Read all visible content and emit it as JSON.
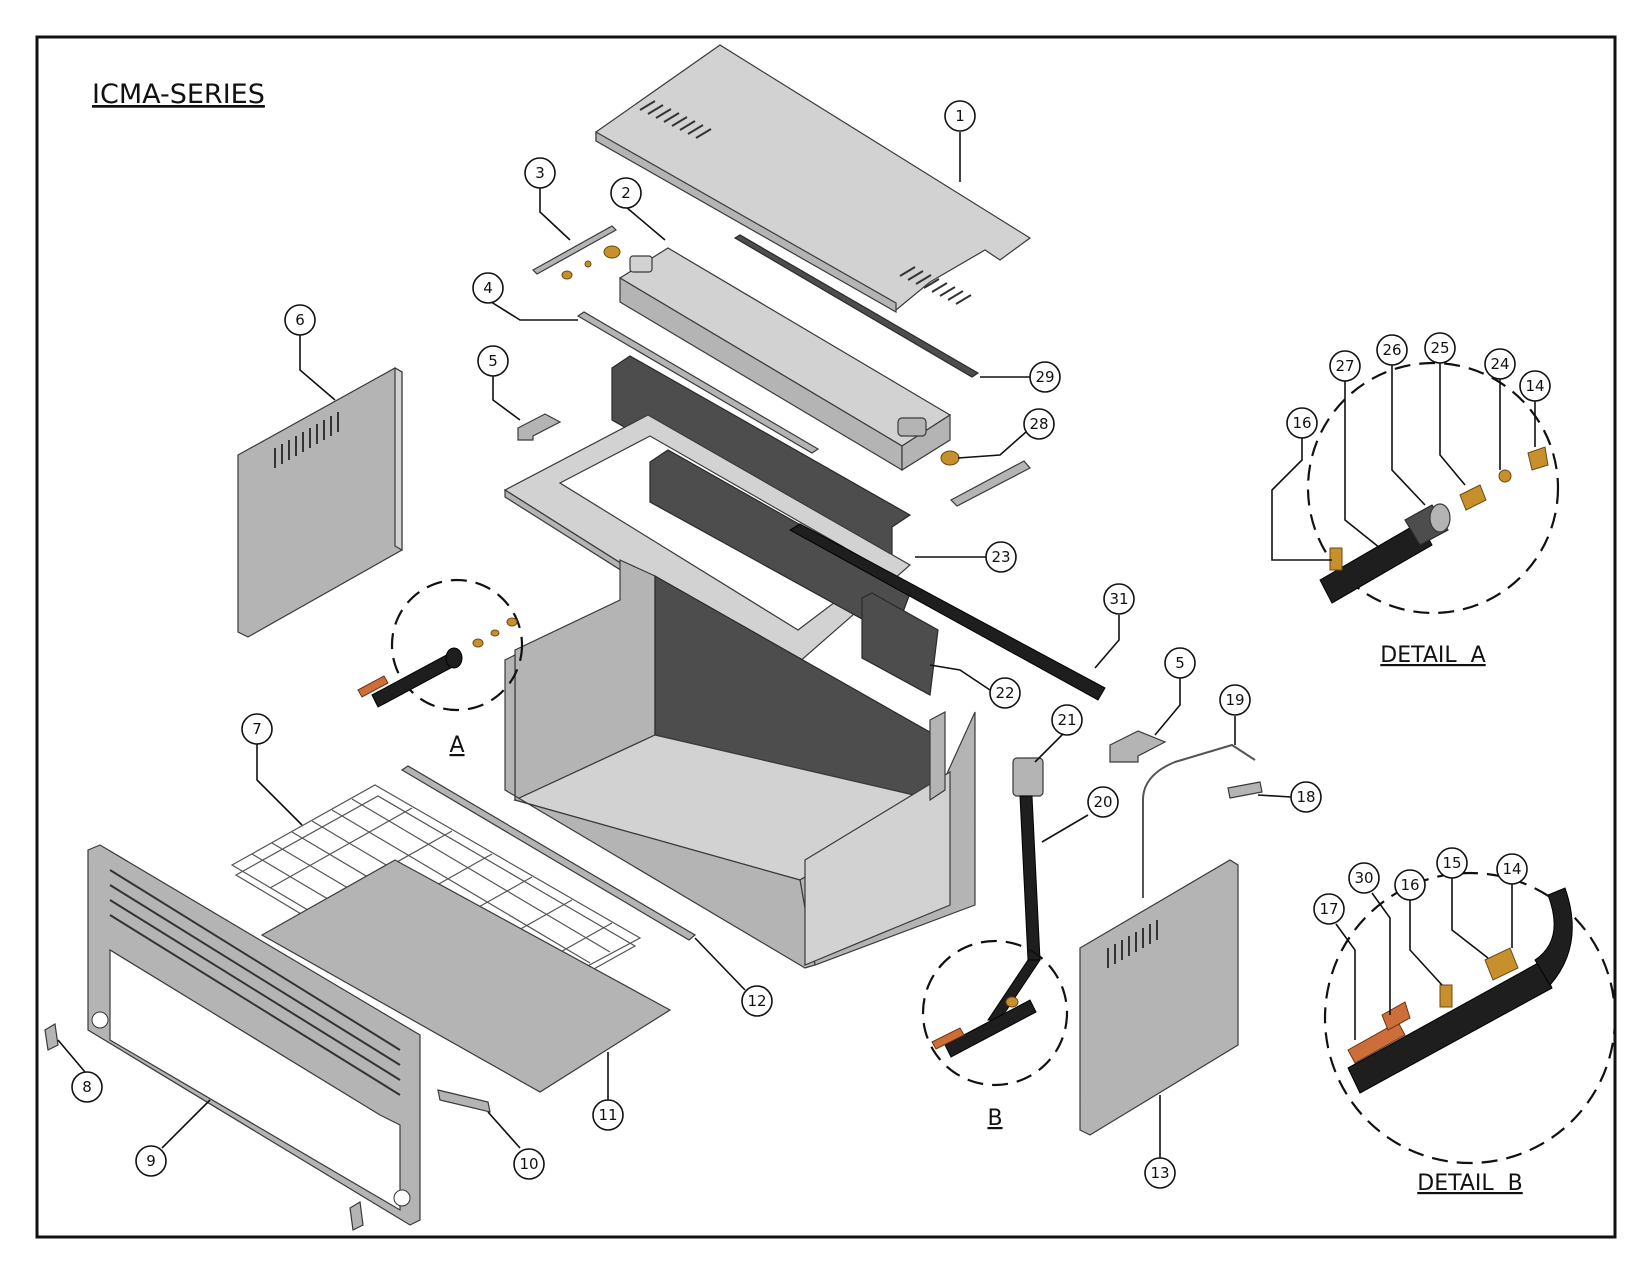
{
  "title": "ICMA-SERIES",
  "callouts": {
    "c1": "1",
    "c2": "2",
    "c3": "3",
    "c4": "4",
    "c5a": "5",
    "c5b": "5",
    "c6": "6",
    "c7": "7",
    "c8": "8",
    "c9": "9",
    "c10": "10",
    "c11": "11",
    "c12": "12",
    "c13": "13",
    "c18": "18",
    "c19": "19",
    "c20": "20",
    "c21": "21",
    "c22": "22",
    "c23": "23",
    "c28": "28",
    "c29": "29",
    "c31": "31",
    "dA16": "16",
    "dA27": "27",
    "dA26": "26",
    "dA25": "25",
    "dA24": "24",
    "dA14": "14",
    "dB17": "17",
    "dB30": "30",
    "dB16": "16",
    "dB15": "15",
    "dB14": "14"
  },
  "labels": {
    "circle_a": "A",
    "circle_b": "B",
    "detail_a": "DETAIL  A",
    "detail_b": "DETAIL  B"
  }
}
